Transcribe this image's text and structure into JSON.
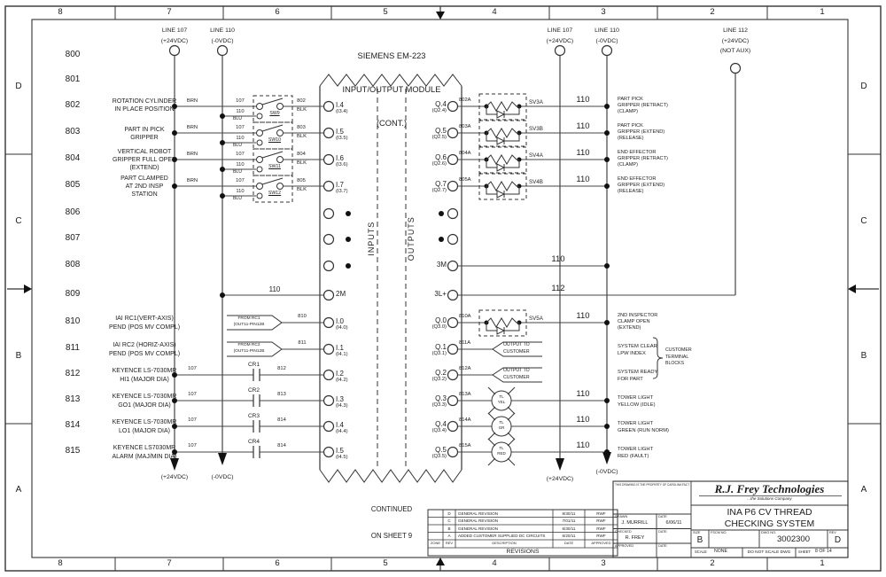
{
  "zones": {
    "top": [
      "8",
      "7",
      "6",
      "5",
      "4",
      "3",
      "2",
      "1"
    ],
    "bottom": [
      "8",
      "7",
      "6",
      "5",
      "4",
      "3",
      "2",
      "1"
    ],
    "left": [
      "D",
      "C",
      "B",
      "A"
    ],
    "right": [
      "D",
      "C",
      "B",
      "A"
    ]
  },
  "module": {
    "title1": "SIEMENS EM-223",
    "title2": "INPUT/OUTPUT MODULE",
    "title3": "(CONT.)",
    "inputs": "INPUTS",
    "outputs": "OUTPUTS",
    "continued1": "CONTINUED",
    "continued2": "ON SHEET 9"
  },
  "rails": {
    "l107_1": "LINE 107",
    "l107_2": "(+24VDC)",
    "l110_1": "LINE 110",
    "l110_2": "(-0VDC)",
    "r107_1": "LINE 107",
    "r107_2": "(+24VDC)",
    "r110_1": "LINE 110",
    "r110_2": "(-0VDC)",
    "l112_1": "LINE 112",
    "l112_2": "(+24VDC)",
    "l112_3": "(NOT AUX)",
    "l107_bot": "(+24VDC)",
    "l110_bot": "(-0VDC)",
    "r107_bot": "(+24VDC)",
    "r110_bot": "(-0VDC)"
  },
  "row_numbers": [
    "800",
    "801",
    "802",
    "803",
    "804",
    "805",
    "806",
    "807",
    "808",
    "809",
    "810",
    "811",
    "812",
    "813",
    "814",
    "815"
  ],
  "switch_rows": [
    {
      "desc": [
        "ROTATION CYLINDER",
        "IN PLACE POSITION"
      ],
      "color_top": "BRN",
      "wire_top": "107",
      "wire_bot": "110",
      "color_bot": "BLU",
      "sw": "SW9",
      "out": "802",
      "out_color": "BLK",
      "input": "I.4",
      "input_addr": "(I3.4)"
    },
    {
      "desc": [
        "PART IN PICK",
        "GRIPPER"
      ],
      "color_top": "BRN",
      "wire_top": "107",
      "wire_bot": "110",
      "color_bot": "BLU",
      "sw": "SW10",
      "out": "803",
      "out_color": "BLK",
      "input": "I.5",
      "input_addr": "(I3.5)"
    },
    {
      "desc": [
        "VERTICAL ROBOT",
        "GRIPPER FULL OPEN",
        "(EXTEND)"
      ],
      "color_top": "BRN",
      "wire_top": "107",
      "wire_bot": "110",
      "color_bot": "BLU",
      "sw": "SW11",
      "out": "804",
      "out_color": "BLK",
      "input": "I.6",
      "input_addr": "(I3.6)"
    },
    {
      "desc": [
        "PART CLAMPED",
        "AT 2ND INSP",
        "STATION"
      ],
      "color_top": "BRN",
      "wire_top": "107",
      "wire_bot": "110",
      "color_bot": "BLU",
      "sw": "SW12",
      "out": "805",
      "out_color": "BLK",
      "input": "I.7",
      "input_addr": "(I3.7)"
    }
  ],
  "pend_rows": [
    {
      "desc": [
        "IAI RC1(VERT-AXIS)",
        "PEND (POS MV COMPL)"
      ],
      "flag1": "FROM RC1",
      "flag2": "(OUT11-PIN12B",
      "out": "810",
      "input": "I.0",
      "input_addr": "(I4.0)"
    },
    {
      "desc": [
        "IAI RC2 (HORIZ-AXIS)",
        "PEND (POS MV COMPL)"
      ],
      "flag1": "FROM RC2",
      "flag2": "(OUT11-PIN12B",
      "out": "811",
      "input": "I.1",
      "input_addr": "(I4.1)"
    }
  ],
  "cr_rows": [
    {
      "desc": [
        "KEYENCE LS-7030MR",
        "HI1 (MAJOR DIA)"
      ],
      "wire": "107",
      "contact": "CR1",
      "out": "812",
      "input": "I.2",
      "input_addr": "(I4.2)"
    },
    {
      "desc": [
        "KEYENCE LS-7030MR",
        "GO1 (MAJOR DIA)"
      ],
      "wire": "107",
      "contact": "CR2",
      "out": "813",
      "input": "I.3",
      "input_addr": "(I4.3)"
    },
    {
      "desc": [
        "KEYENCE LS-7030MR",
        "LO1 (MAJOR DIA)"
      ],
      "wire": "107",
      "contact": "CR3",
      "out": "814",
      "input": "I.4",
      "input_addr": "(I4.4)"
    },
    {
      "desc": [
        "KEYENCE LS7030MR",
        "ALARM (MAJ/MIN DIA)"
      ],
      "wire": "107",
      "contact": "CR4",
      "out": "814",
      "input": "I.5",
      "input_addr": "(I4.5)"
    }
  ],
  "m_terminals": {
    "in_2m": "2M",
    "in_2m_wire": "110",
    "out_3m": "3M",
    "out_3m_wire": "110",
    "out_3l": "3L+",
    "out_3l_wire": "112"
  },
  "sv_rows": [
    {
      "q": "Q.4",
      "addr": "(Q2.4)",
      "wire": "802A",
      "sv": "SV3A",
      "ret": "110",
      "desc": [
        "PART PICK",
        "GRIPPER (RETRACT)",
        "(CLAMP)"
      ]
    },
    {
      "q": "Q.5",
      "addr": "(Q2.5)",
      "wire": "803A",
      "sv": "SV3B",
      "ret": "110",
      "desc": [
        "PART PICK",
        "GRIPPER (EXTEND)",
        "(RELEASE)"
      ]
    },
    {
      "q": "Q.6",
      "addr": "(Q2.6)",
      "wire": "804A",
      "sv": "SV4A",
      "ret": "110",
      "desc": [
        "END EFFECTOR",
        "GRIPPER (RETRACT)",
        "(CLAMP)"
      ]
    },
    {
      "q": "Q.7",
      "addr": "(Q2.7)",
      "wire": "805A",
      "sv": "SV4B",
      "ret": "110",
      "desc": [
        "END EFFECTOR",
        "GRIPPER (EXTEND)",
        "(RELEASE)"
      ]
    },
    {
      "q": "Q.0",
      "addr": "(Q3.0)",
      "wire": "810A",
      "sv": "SV5A",
      "ret": "110",
      "desc": [
        "2ND INSPECTOR",
        "CLAMP OPEN",
        "(EXTEND)"
      ]
    }
  ],
  "customer_rows": [
    {
      "q": "Q.1",
      "addr": "(Q3.1)",
      "wire": "811A",
      "flag1": "OUTPUT TO",
      "flag2": "CUSTOMER",
      "desc": [
        "SYSTEM CLEAR",
        "LPW INDEX"
      ]
    },
    {
      "q": "Q.2",
      "addr": "(Q3.2)",
      "wire": "812A",
      "flag1": "OUTPUT TO",
      "flag2": "CUSTOMER",
      "desc": [
        "SYSTEM READY",
        "FOR PART"
      ]
    }
  ],
  "customer_bracket": [
    "CUSTOMER",
    "TERMINAL",
    "BLOCKS"
  ],
  "lamp_rows": [
    {
      "q": "Q.3",
      "addr": "(Q3.3)",
      "wire": "813A",
      "lamp1": "TL",
      "lamp2": "YEL",
      "ret": "110",
      "desc": [
        "TOWER LIGHT",
        "YELLOW (IDLE)"
      ]
    },
    {
      "q": "Q.4",
      "addr": "(Q3.4)",
      "wire": "814A",
      "lamp1": "TL",
      "lamp2": "GR",
      "ret": "110",
      "desc": [
        "TOWER LIGHT",
        "GREEN (RUN NORM)"
      ]
    },
    {
      "q": "Q.5",
      "addr": "(Q3.5)",
      "wire": "815A",
      "lamp1": "TL",
      "lamp2": "RED",
      "ret": "110",
      "desc": [
        "TOWER LIGHT",
        "RED (FAULT)"
      ]
    }
  ],
  "revisions": {
    "caption": "REVISIONS",
    "headers": [
      "ZONE",
      "REV",
      "DESCRIPTION",
      "DATE",
      "APPROVED"
    ],
    "rows": [
      {
        "rev": "D",
        "description": "GENERAL REVISION",
        "date": "8/30/11",
        "approved": "RWF"
      },
      {
        "rev": "C",
        "description": "GENERAL REVISION",
        "date": "7/01/11",
        "approved": "RWF"
      },
      {
        "rev": "B",
        "description": "GENERAL REVISION",
        "date": "6/30/11",
        "approved": "RWF"
      },
      {
        "rev": "A",
        "description": "ADDED CUSTOMER SUPPLIED DC CIRCUITS",
        "date": "6/20/11",
        "approved": "RWF"
      }
    ]
  },
  "title_block": {
    "notice": "THIS DRAWING IS THE PROPERTY OF CAROLINA FACTORY AUTOMATION, INC. THE CONTENT IS CONFIDENTIAL AND SHALL NOT BE REPRODUCED, COPIED OR DISCLOSED IN WHOLE OR IN PART, OR USED FOR MANUFACTURE WITHOUT THE WRITTEN CONSENT OF CAROLINA FACTORY AUTOMATION, INC.",
    "company": "R.J. Frey Technologies",
    "company_sub": "...the Solutions Company",
    "drawn_label": "DRAWN",
    "drawn": "J. MURRILL",
    "drawn_date_label": "DATE",
    "drawn_date": "6/06/11",
    "checked_label": "CHECKED",
    "checked": "R. FREY",
    "checked_date_label": "DATE",
    "approved_label": "APPROVED",
    "approved_date_label": "DATE",
    "title1": "INA P6 CV THREAD",
    "title2": "CHECKING SYSTEM",
    "size_label": "SIZE",
    "size": "B",
    "fscm_label": "FSCM NO.",
    "dwg_label": "DWG NO.",
    "dwg": "3002300",
    "rev_label": "REV",
    "rev": "D",
    "scale_label": "SCALE",
    "scale": "NONE",
    "no_scale": "DO NOT SCALE DWG",
    "sheet_label": "SHEET",
    "sheet": "8 OF 14"
  }
}
